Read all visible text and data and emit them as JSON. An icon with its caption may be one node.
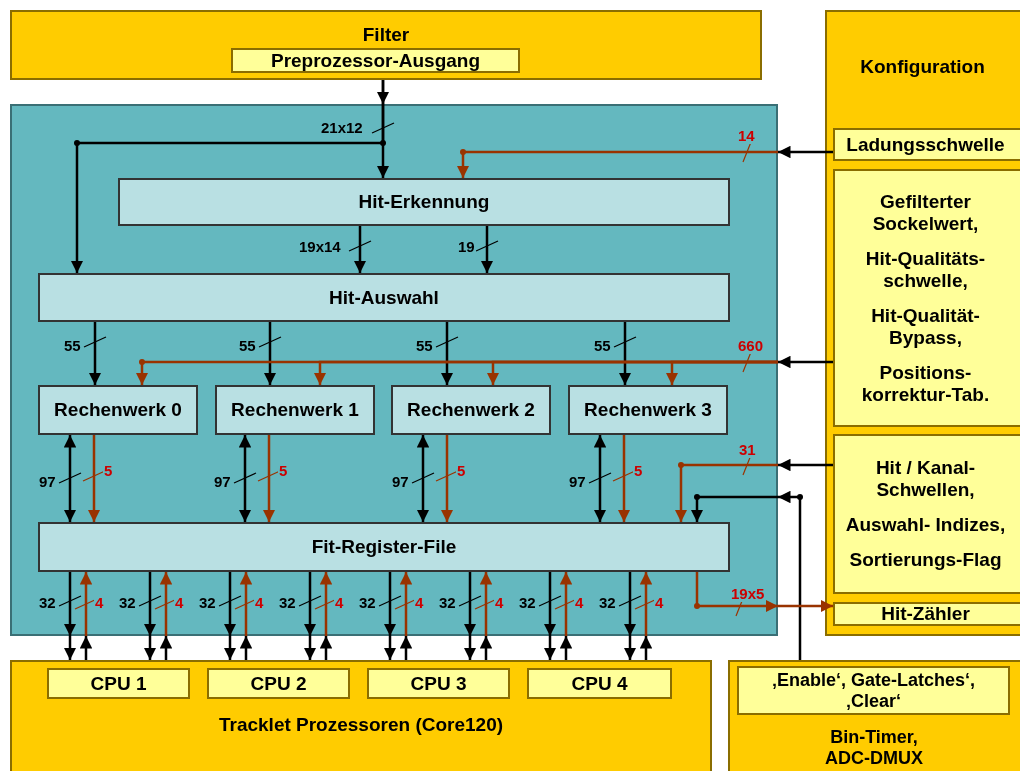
{
  "diagram": {
    "nodes": [
      {
        "text": [
          "Filter"
        ]
      },
      {
        "text": [
          "Preprozessor-Ausgang"
        ],
        "in": 0
      },
      {
        "text": [],
        "shape": "box"
      },
      {
        "text": [
          "Hit-Erkennung"
        ],
        "in": 2
      },
      {
        "text": [
          "Hit-Auswahl"
        ],
        "in": 2
      },
      {
        "text": [
          "Rechenwerk 0"
        ],
        "in": 2
      },
      {
        "text": [
          "Rechenwerk 1"
        ],
        "in": 2
      },
      {
        "text": [
          "Rechenwerk 2"
        ],
        "in": 2
      },
      {
        "text": [
          "Rechenwerk 3"
        ],
        "in": 2
      },
      {
        "text": [
          "Fit-Register-File"
        ],
        "in": 2
      },
      {
        "text": [
          "Konfiguration"
        ]
      },
      {
        "text": [
          "Ladungsschwelle"
        ],
        "in": 10
      },
      {
        "text": [
          "Gefilterter Sockelwert,",
          "Hit-Qualitäts- schwelle,",
          "Hit-Qualität- Bypass,",
          "Positions- korrektur-Tab."
        ],
        "in": 10
      },
      {
        "text": [
          "Hit / Kanal- Schwellen,",
          "Auswahl- Indizes,",
          "Sortierungs-Flag"
        ],
        "in": 10
      },
      {
        "text": [
          "Hit-Zähler"
        ],
        "in": 10
      },
      {
        "text": [
          "Tracklet Prozessoren (Core120)"
        ]
      },
      {
        "text": [
          "CPU 1"
        ],
        "in": 15
      },
      {
        "text": [
          "CPU 2"
        ],
        "in": 15
      },
      {
        "text": [
          "CPU 3"
        ],
        "in": 15
      },
      {
        "text": [
          "CPU 4"
        ],
        "in": 15
      },
      {
        "text": [
          "Bin-Timer, ADC-DMUX"
        ]
      },
      {
        "text": [
          "‚Enable‘, Gate-Latches‘, ‚Clear‘"
        ],
        "in": 20
      }
    ],
    "edges": [
      {
        "from": 0,
        "to": 3,
        "arrow": "to",
        "label": "21x12"
      },
      {
        "from": 0,
        "to": 4,
        "arrow": "to"
      },
      {
        "from": 3,
        "to": 4,
        "arrow": "to",
        "label": "19x14"
      },
      {
        "from": 3,
        "to": 4,
        "arrow": "to",
        "label": "19"
      },
      {
        "from": 4,
        "to": 5,
        "arrow": "to",
        "label": "55"
      },
      {
        "from": 4,
        "to": 6,
        "arrow": "to",
        "label": "55"
      },
      {
        "from": 4,
        "to": 7,
        "arrow": "to",
        "label": "55"
      },
      {
        "from": 4,
        "to": 8,
        "arrow": "to",
        "label": "55"
      },
      {
        "from": 11,
        "to": 2,
        "arrow": "to"
      },
      {
        "from": 2,
        "to": 3,
        "arrow": "to",
        "label": "14",
        "color": "#993300"
      },
      {
        "from": 12,
        "to": 2,
        "arrow": "to"
      },
      {
        "from": 2,
        "to": 5,
        "arrow": "to",
        "label": "660",
        "color": "#993300"
      },
      {
        "from": 2,
        "to": 6,
        "arrow": "to",
        "color": "#993300"
      },
      {
        "from": 2,
        "to": 7,
        "arrow": "to",
        "color": "#993300"
      },
      {
        "from": 2,
        "to": 8,
        "arrow": "to",
        "color": "#993300"
      },
      {
        "from": 13,
        "to": 2,
        "arrow": "to"
      },
      {
        "from": 2,
        "to": 9,
        "arrow": "to",
        "label": "31",
        "color": "#993300"
      },
      {
        "from": 20,
        "to": 2,
        "arrow": "to"
      },
      {
        "from": 2,
        "to": 9,
        "arrow": "to"
      },
      {
        "from": 5,
        "to": 9,
        "arrow": "both",
        "label": "97"
      },
      {
        "from": 6,
        "to": 9,
        "arrow": "both",
        "label": "97"
      },
      {
        "from": 7,
        "to": 9,
        "arrow": "both",
        "label": "97"
      },
      {
        "from": 8,
        "to": 9,
        "arrow": "both",
        "label": "97"
      },
      {
        "from": 5,
        "to": 9,
        "arrow": "to",
        "label": "5",
        "color": "#993300"
      },
      {
        "from": 6,
        "to": 9,
        "arrow": "to",
        "label": "5",
        "color": "#993300"
      },
      {
        "from": 7,
        "to": 9,
        "arrow": "to",
        "label": "5",
        "color": "#993300"
      },
      {
        "from": 8,
        "to": 9,
        "arrow": "to",
        "label": "5",
        "color": "#993300"
      },
      {
        "from": 9,
        "to": 15,
        "arrow": "to",
        "label": "32"
      },
      {
        "from": 9,
        "to": 15,
        "arrow": "to",
        "label": "32"
      },
      {
        "from": 9,
        "to": 15,
        "arrow": "to",
        "label": "32"
      },
      {
        "from": 9,
        "to": 15,
        "arrow": "to",
        "label": "32"
      },
      {
        "from": 9,
        "to": 15,
        "arrow": "to",
        "label": "32"
      },
      {
        "from": 9,
        "to": 15,
        "arrow": "to",
        "label": "32"
      },
      {
        "from": 9,
        "to": 15,
        "arrow": "to",
        "label": "32"
      },
      {
        "from": 9,
        "to": 15,
        "arrow": "to",
        "label": "32"
      },
      {
        "from": 15,
        "to": 2,
        "arrow": "to"
      },
      {
        "from": 15,
        "to": 2,
        "arrow": "to"
      },
      {
        "from": 15,
        "to": 2,
        "arrow": "to"
      },
      {
        "from": 15,
        "to": 2,
        "arrow": "to"
      },
      {
        "from": 15,
        "to": 2,
        "arrow": "to"
      },
      {
        "from": 15,
        "to": 2,
        "arrow": "to"
      },
      {
        "from": 15,
        "to": 2,
        "arrow": "to"
      },
      {
        "from": 15,
        "to": 2,
        "arrow": "to"
      },
      {
        "from": 2,
        "to": 9,
        "arrow": "to",
        "label": "4",
        "color": "#993300"
      },
      {
        "from": 2,
        "to": 9,
        "arrow": "to",
        "label": "4",
        "color": "#993300"
      },
      {
        "from": 2,
        "to": 9,
        "arrow": "to",
        "label": "4",
        "color": "#993300"
      },
      {
        "from": 2,
        "to": 9,
        "arrow": "to",
        "label": "4",
        "color": "#993300"
      },
      {
        "from": 2,
        "to": 9,
        "arrow": "to",
        "label": "4",
        "color": "#993300"
      },
      {
        "from": 2,
        "to": 9,
        "arrow": "to",
        "label": "4",
        "color": "#993300"
      },
      {
        "from": 2,
        "to": 9,
        "arrow": "to",
        "label": "4",
        "color": "#993300"
      },
      {
        "from": 2,
        "to": 9,
        "arrow": "to",
        "label": "4",
        "color": "#993300"
      },
      {
        "from": 9,
        "to": 14,
        "arrow": "to",
        "label": "19x5",
        "color": "#993300"
      }
    ]
  }
}
